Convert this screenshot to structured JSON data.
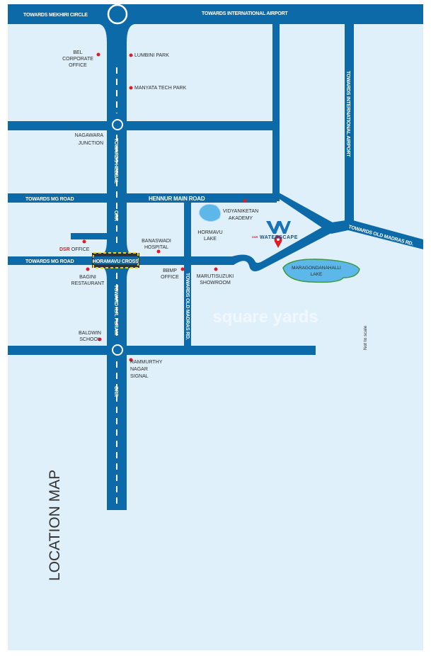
{
  "title": "LOCATION MAP",
  "note": "Not to scale",
  "watermark": "square yards",
  "project": {
    "brand": "DSR",
    "name": "WATERSCAPE"
  },
  "roads": {
    "mekhri": "TOWARDS MEKHIRI CIRCLE",
    "airport_top": "TOWARDS INTERNATIONAL AIRPORT",
    "airport_vertical": "TOWARDS INTERNATIONAL AIRPORT",
    "hebbal": "TOWARDS HEBBAL",
    "mg_road_1": "TOWARDS MG ROAD",
    "hennur": "HENNUR MAIN ROAD",
    "orr_1": "ORR",
    "mg_road_2": "TOWARDS MG ROAD",
    "horamavu": "HORAMAVU CROSS",
    "kr_puram": "TOWARD K.R. PURAM",
    "old_madras_v": "TOWARDS OLD MADRAS RD.",
    "old_madras_d": "TOWARDS OLD MADRAS RD.",
    "orr_2": "ORR"
  },
  "places": {
    "bel": [
      "BEL",
      "CORPORATE",
      "OFFICE"
    ],
    "lumbini": "LUMBINI PARK",
    "manyata": "MANYATA  TECH PARK",
    "nagawara": [
      "NAGAWARA",
      "JUNCTION"
    ],
    "vidyaniketan": [
      "VIDYANIKETAN",
      "AKADEMY"
    ],
    "hormavu_lake": [
      "HORMAVU",
      "LAKE"
    ],
    "dsr_office": {
      "brand": "DSR",
      "label": "OFFICE"
    },
    "banaswadi": [
      "BANASWADI",
      "HOSPITAL"
    ],
    "bagini": [
      "BAGINI",
      "RESTAURANT"
    ],
    "bbmp": [
      "BBMP",
      "OFFICE"
    ],
    "maruti": [
      "MARUTISUZUKI",
      "SHOWROOM"
    ],
    "maragondanahalli": [
      "MARAGONDANAHALLI",
      "LAKE"
    ],
    "baldwin": [
      "BALDWIN",
      "SCHOOL"
    ],
    "rammurthy": [
      "RAMMURTHY",
      "NAGAR",
      "SIGNAL"
    ]
  },
  "colors": {
    "road": "#0d6aa8",
    "land": "#dff0fb",
    "marker": "#e21b23",
    "lake": "#5db7e8"
  }
}
